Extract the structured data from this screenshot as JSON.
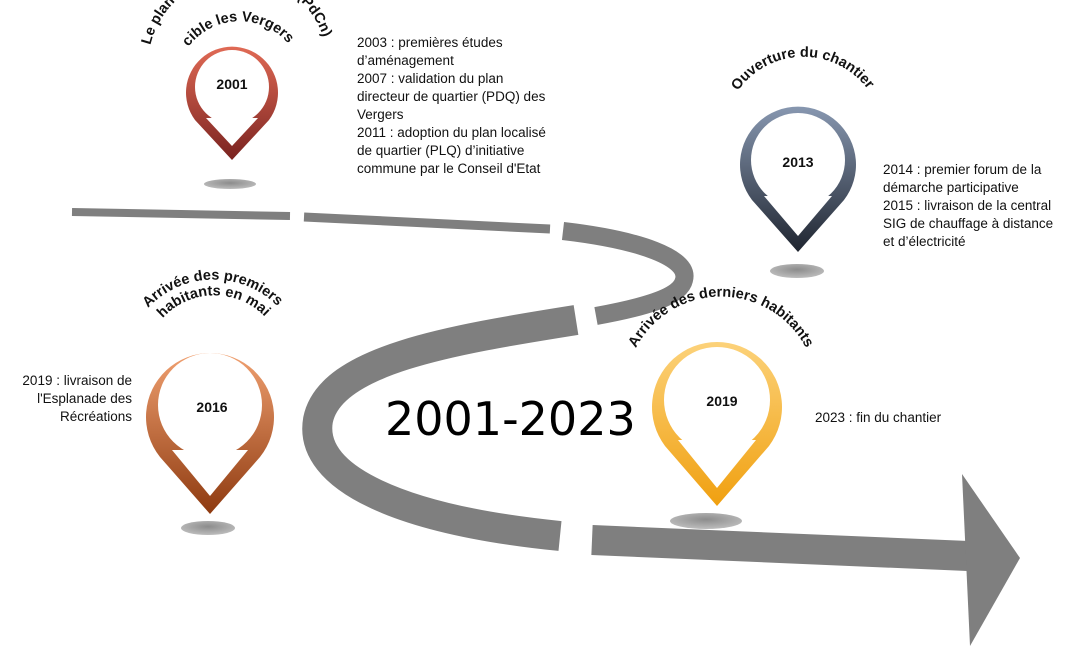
{
  "title": "2001-2023",
  "milestones": [
    {
      "year": "2001",
      "heading_line1": "Le plan directeur cantonal (PdCn)",
      "heading_line2": "cible les Vergers",
      "color_top": "#e06a55",
      "color_bottom": "#7a2320",
      "notes": [
        "2003 : premières études",
        "d’aménagement",
        "2007 : validation du plan",
        "directeur de quartier (PDQ) des",
        "Vergers",
        "2011 : adoption du plan localisé",
        "de quartier (PLQ) d’initiative",
        "commune par le Conseil d'Etat"
      ]
    },
    {
      "year": "2013",
      "heading_line1": "Ouverture du chantier",
      "heading_line2": "",
      "color_top": "#8797b0",
      "color_bottom": "#1f2530",
      "notes": [
        "2014 : premier forum de la",
        "démarche participative",
        "2015 : livraison de la central",
        "SIG de chauffage à distance",
        "et d’électricité"
      ]
    },
    {
      "year": "2016",
      "heading_line1": "Arrivée des premiers",
      "heading_line2": "habitants en mai",
      "color_top": "#f0a070",
      "color_bottom": "#8e3a10",
      "notes": [
        "2019 : livraison de",
        "l'Esplanade des",
        "Récréations"
      ]
    },
    {
      "year": "2019",
      "heading_line1": "Arrivée des derniers habitants",
      "heading_line2": "",
      "color_top": "#fcd27a",
      "color_bottom": "#f0a010",
      "notes": [
        "2023 : fin du chantier"
      ]
    }
  ],
  "road_color": "#7f7f7f",
  "shadow_color": "#a6a6a6"
}
